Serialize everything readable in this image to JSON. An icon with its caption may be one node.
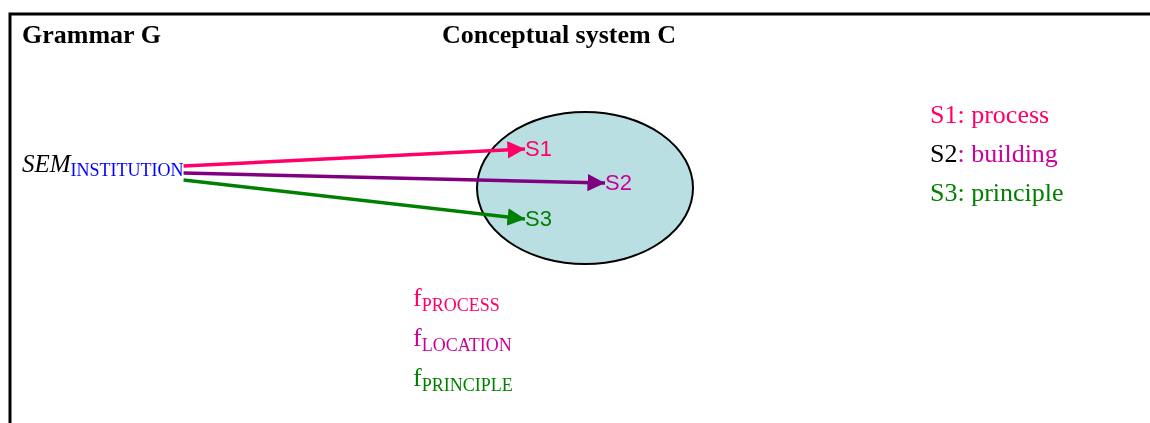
{
  "diagram": {
    "nodes": [
      {
        "text": [
          "*SEM*$_{INSTITUTION}$"
        ]
      },
      {
        "text": [],
        "shape": "ellipse"
      },
      {
        "text": [
          "S1"
        ],
        "in": 1
      },
      {
        "text": [
          "S2"
        ],
        "in": 1
      },
      {
        "text": [
          "S3"
        ],
        "in": 1
      }
    ],
    "edges": [
      {
        "from": 0,
        "to": 2,
        "arrow": "to",
        "color": "#ff0066"
      },
      {
        "from": 0,
        "to": 3,
        "arrow": "to",
        "color": "#800080"
      },
      {
        "from": 0,
        "to": 4,
        "arrow": "to",
        "color": "#008000"
      }
    ],
    "labels": [
      "Grammar G",
      "Conceptual system C",
      "S1: process",
      "S2: building",
      "S3: principle",
      "f$_{PROCESS}$",
      "f$_{LOCATION}$",
      "f$_{PRINCIPLE}$"
    ]
  }
}
